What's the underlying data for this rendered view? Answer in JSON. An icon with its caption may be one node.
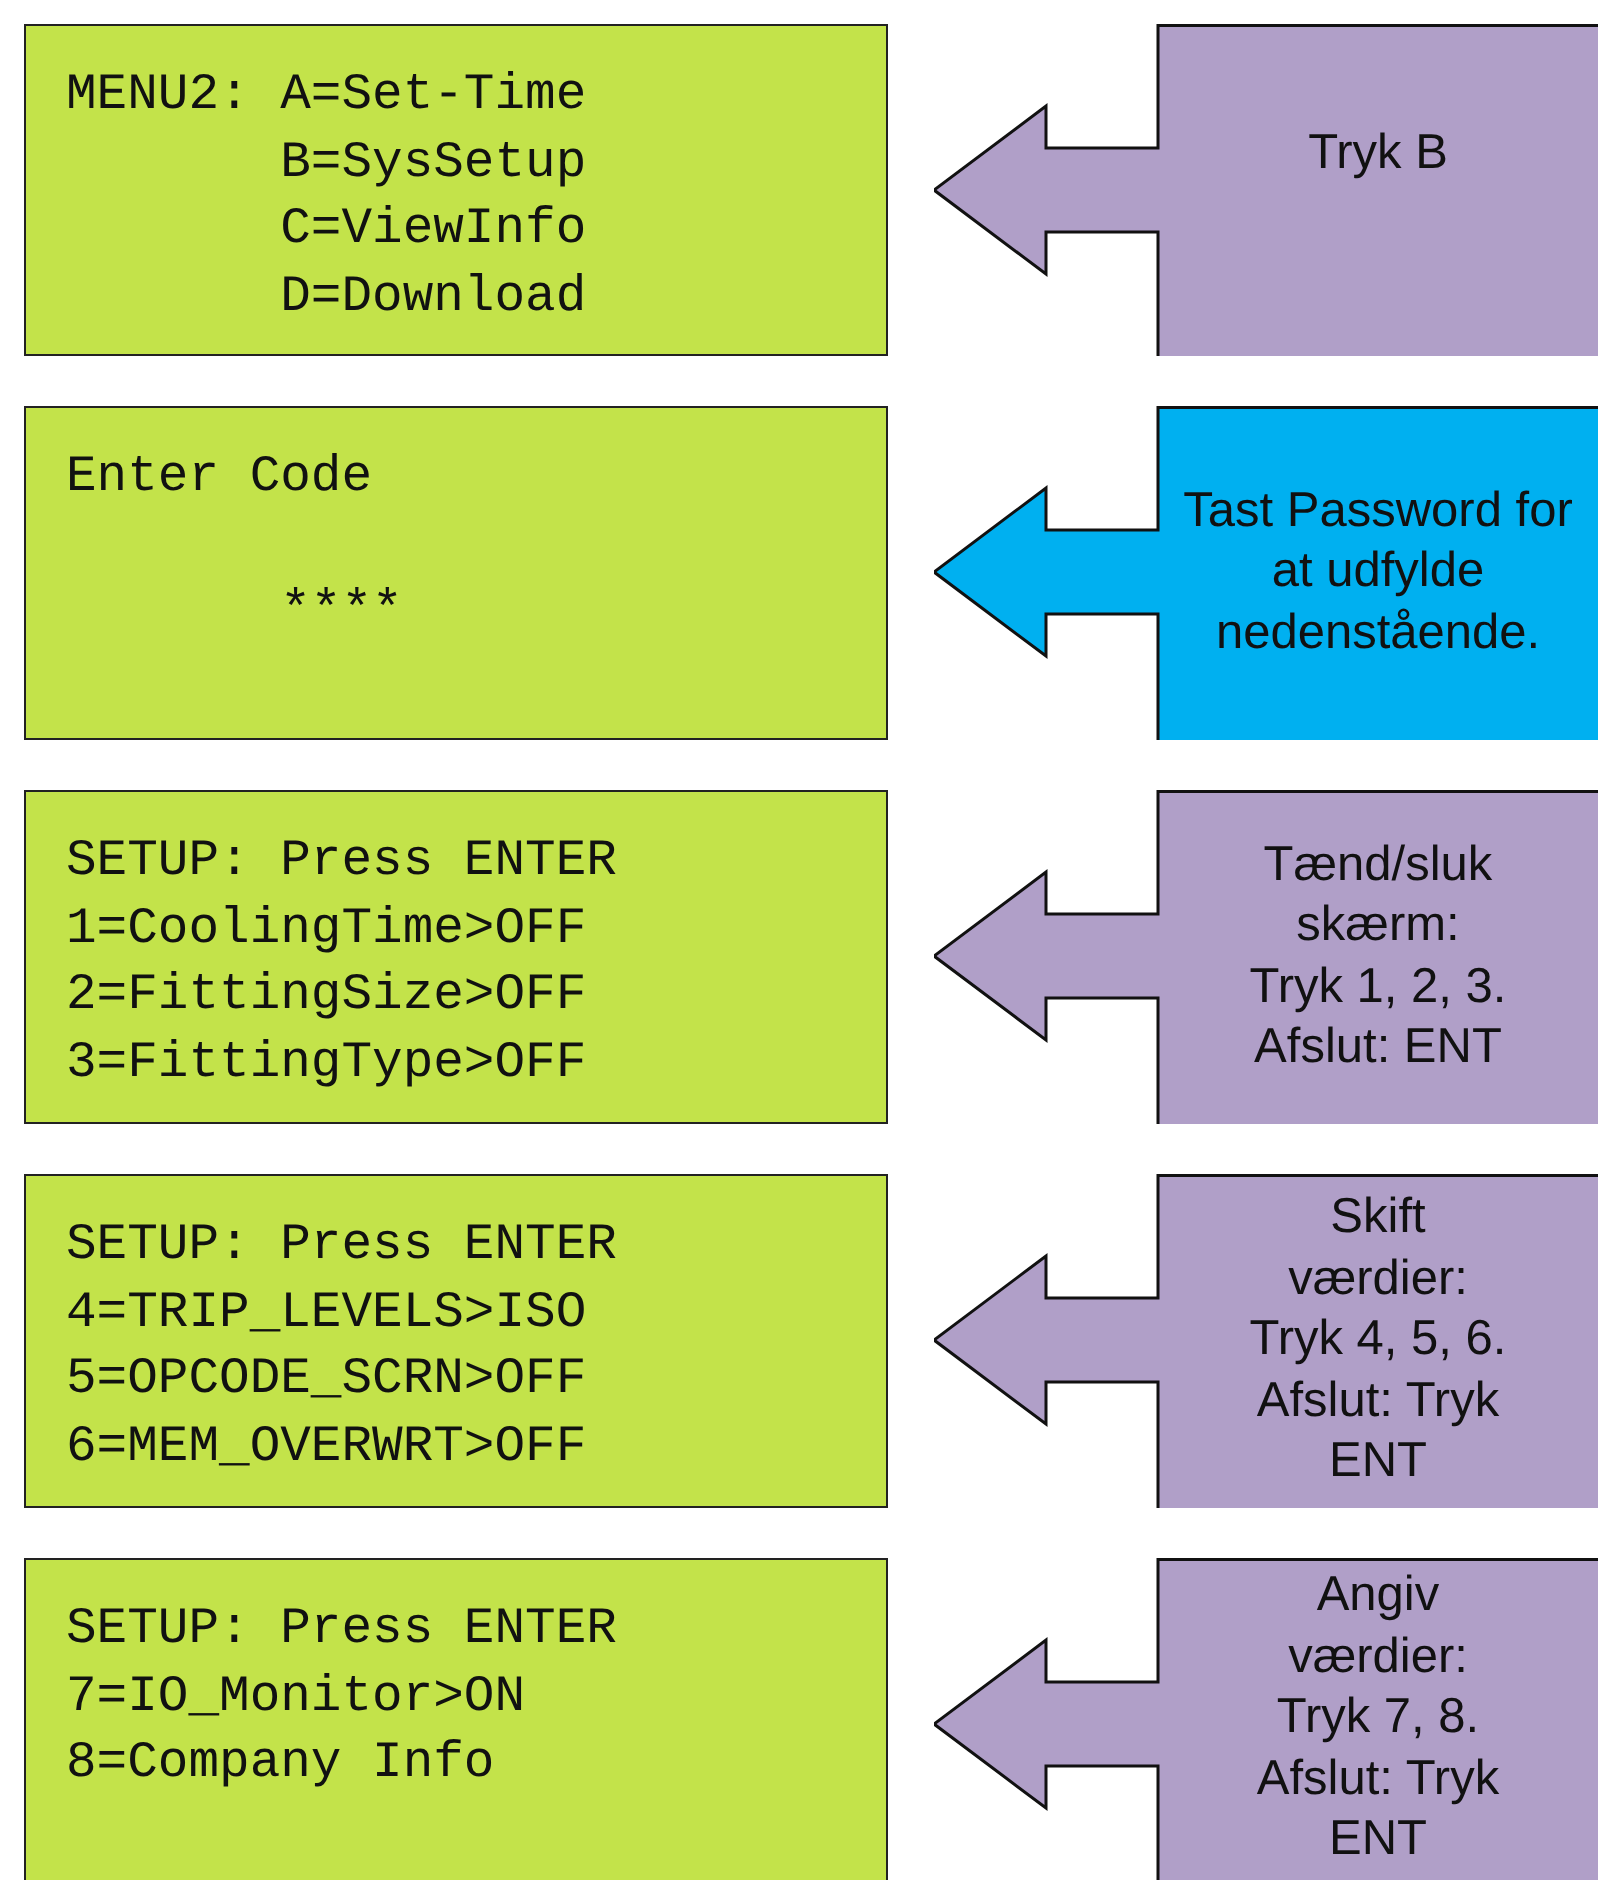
{
  "diagram": {
    "nodes": [
      {
        "text": [
          "MENU2: A=Set-Time",
          "B=SysSetup",
          "C=ViewInfo",
          "D=Download"
        ]
      },
      {
        "text": [
          "Tryk B"
        ]
      },
      {
        "text": [
          "Enter Code",
          "****"
        ]
      },
      {
        "text": [
          "Tast Password for at udfylde nedenstående."
        ]
      },
      {
        "text": [
          "SETUP: Press ENTER",
          "1=CoolingTime>OFF",
          "2=FittingSize>OFF",
          "3=FittingType>OFF"
        ]
      },
      {
        "text": [
          "Tænd/sluk skærm:",
          "Tryk 1, 2, 3.",
          "Afslut: ENT"
        ]
      },
      {
        "text": [
          "SETUP: Press ENTER",
          "4=TRIP_LEVELS>ISO",
          "5=OPCODE_SCRN>OFF",
          "6=MEM_OVERWRT>OFF"
        ]
      },
      {
        "text": [
          "Skift værdier:",
          "Tryk 4, 5, 6.",
          "Afslut: Tryk ENT"
        ]
      },
      {
        "text": [
          "SETUP: Press ENTER",
          "7=IO_Monitor>ON",
          "8=Company Info"
        ]
      },
      {
        "text": [
          "Angiv værdier:",
          "Tryk 7, 8.",
          "Afslut: Tryk ENT"
        ]
      }
    ]
  }
}
